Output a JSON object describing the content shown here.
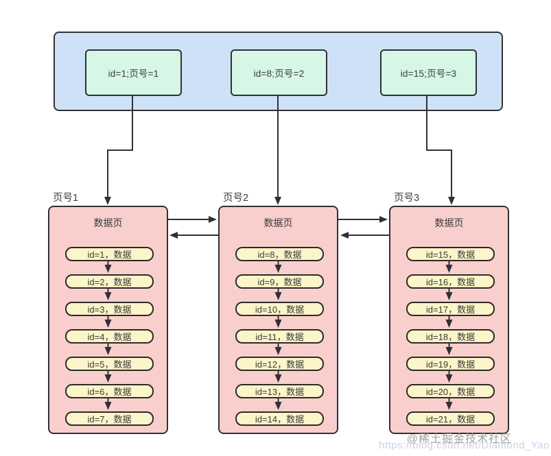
{
  "diagram": {
    "index_page": {
      "entries": [
        "id=1;页号=1",
        "id=8;页号=2",
        "id=15;页号=3"
      ]
    },
    "pages": [
      {
        "label": "页号1",
        "title": "数据页",
        "rows": [
          "id=1，数据",
          "id=2，数据",
          "id=3，数据",
          "id=4，数据",
          "id=5，数据",
          "id=6，数据",
          "id=7，数据"
        ]
      },
      {
        "label": "页号2",
        "title": "数据页",
        "rows": [
          "id=8，数据",
          "id=9，数据",
          "id=10，数据",
          "id=11，数据",
          "id=12，数据",
          "id=13，数据",
          "id=14，数据"
        ]
      },
      {
        "label": "页号3",
        "title": "数据页",
        "rows": [
          "id=15，数据",
          "id=16，数据",
          "id=17，数据",
          "id=18，数据",
          "id=19，数据",
          "id=20，数据",
          "id=21，数据"
        ]
      }
    ],
    "watermark": {
      "community": "@稀土掘金技术社区",
      "url": "https://blog.csdn.net/Diamond_Yao"
    },
    "colors": {
      "container_fill": "#cfe1f7",
      "entry_fill": "#d6f7e5",
      "page_fill": "#f9cfcd",
      "row_fill": "#fbf5c9",
      "border": "#2f3136"
    }
  }
}
